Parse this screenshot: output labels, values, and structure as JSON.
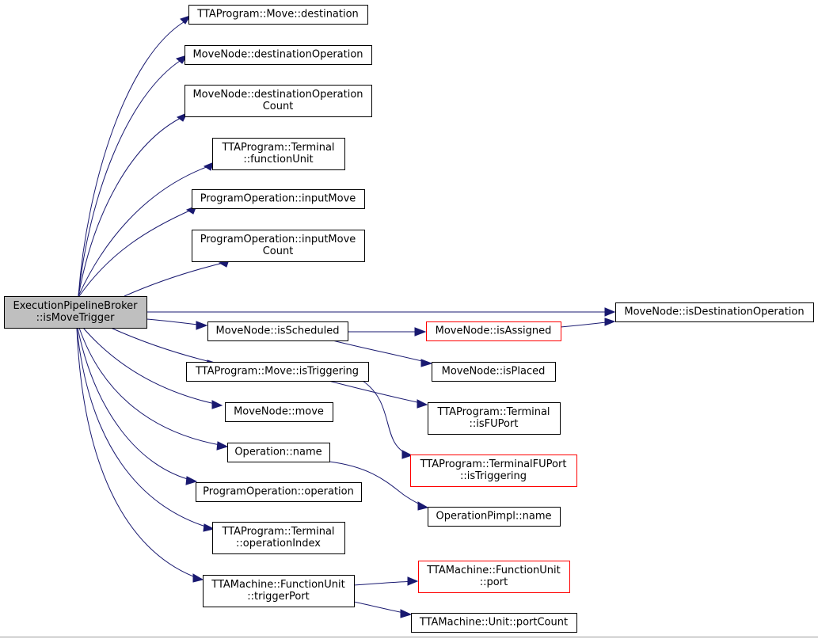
{
  "colors": {
    "edge": "#191970",
    "root_fill": "#bfbfbf",
    "node_border": "#000000",
    "truncated_border": "#ff0000",
    "node_fill": "#ffffff"
  },
  "nodes": [
    {
      "id": "root",
      "lines": [
        "ExecutionPipelineBroker",
        "::isMoveTrigger"
      ],
      "style": "root"
    },
    {
      "id": "n1",
      "lines": [
        "TTAProgram::Move::destination"
      ],
      "style": "normal"
    },
    {
      "id": "n2",
      "lines": [
        "MoveNode::destinationOperation"
      ],
      "style": "normal"
    },
    {
      "id": "n3",
      "lines": [
        "MoveNode::destinationOperation",
        "Count"
      ],
      "style": "normal"
    },
    {
      "id": "n4",
      "lines": [
        "TTAProgram::Terminal",
        "::functionUnit"
      ],
      "style": "normal"
    },
    {
      "id": "n5",
      "lines": [
        "ProgramOperation::inputMove"
      ],
      "style": "normal"
    },
    {
      "id": "n6",
      "lines": [
        "ProgramOperation::inputMove",
        "Count"
      ],
      "style": "normal"
    },
    {
      "id": "n7",
      "lines": [
        "MoveNode::isDestinationOperation"
      ],
      "style": "normal"
    },
    {
      "id": "n8",
      "lines": [
        "MoveNode::isScheduled"
      ],
      "style": "normal"
    },
    {
      "id": "n9",
      "lines": [
        "MoveNode::isAssigned"
      ],
      "style": "truncated"
    },
    {
      "id": "n10",
      "lines": [
        "MoveNode::isPlaced"
      ],
      "style": "normal"
    },
    {
      "id": "n11",
      "lines": [
        "TTAProgram::Move::isTriggering"
      ],
      "style": "normal"
    },
    {
      "id": "n12",
      "lines": [
        "TTAProgram::Terminal",
        "::isFUPort"
      ],
      "style": "normal"
    },
    {
      "id": "n13",
      "lines": [
        "TTAProgram::TerminalFUPort",
        "::isTriggering"
      ],
      "style": "truncated"
    },
    {
      "id": "n14",
      "lines": [
        "MoveNode::move"
      ],
      "style": "normal"
    },
    {
      "id": "n15",
      "lines": [
        "Operation::name"
      ],
      "style": "normal"
    },
    {
      "id": "n16",
      "lines": [
        "OperationPimpl::name"
      ],
      "style": "normal"
    },
    {
      "id": "n17",
      "lines": [
        "ProgramOperation::operation"
      ],
      "style": "normal"
    },
    {
      "id": "n18",
      "lines": [
        "TTAProgram::Terminal",
        "::operationIndex"
      ],
      "style": "normal"
    },
    {
      "id": "n19",
      "lines": [
        "TTAMachine::FunctionUnit",
        "::triggerPort"
      ],
      "style": "normal"
    },
    {
      "id": "n20",
      "lines": [
        "TTAMachine::FunctionUnit",
        "::port"
      ],
      "style": "truncated"
    },
    {
      "id": "n21",
      "lines": [
        "TTAMachine::Unit::portCount"
      ],
      "style": "normal"
    }
  ],
  "edges": [
    [
      "root",
      "n1"
    ],
    [
      "root",
      "n2"
    ],
    [
      "root",
      "n3"
    ],
    [
      "root",
      "n4"
    ],
    [
      "root",
      "n5"
    ],
    [
      "root",
      "n6"
    ],
    [
      "root",
      "n7"
    ],
    [
      "root",
      "n8"
    ],
    [
      "root",
      "n11"
    ],
    [
      "root",
      "n14"
    ],
    [
      "root",
      "n15"
    ],
    [
      "root",
      "n17"
    ],
    [
      "root",
      "n18"
    ],
    [
      "root",
      "n19"
    ],
    [
      "n8",
      "n9"
    ],
    [
      "n8",
      "n10"
    ],
    [
      "n9",
      "n7"
    ],
    [
      "n11",
      "n12"
    ],
    [
      "n11",
      "n13"
    ],
    [
      "n15",
      "n16"
    ],
    [
      "n19",
      "n20"
    ],
    [
      "n19",
      "n21"
    ]
  ]
}
